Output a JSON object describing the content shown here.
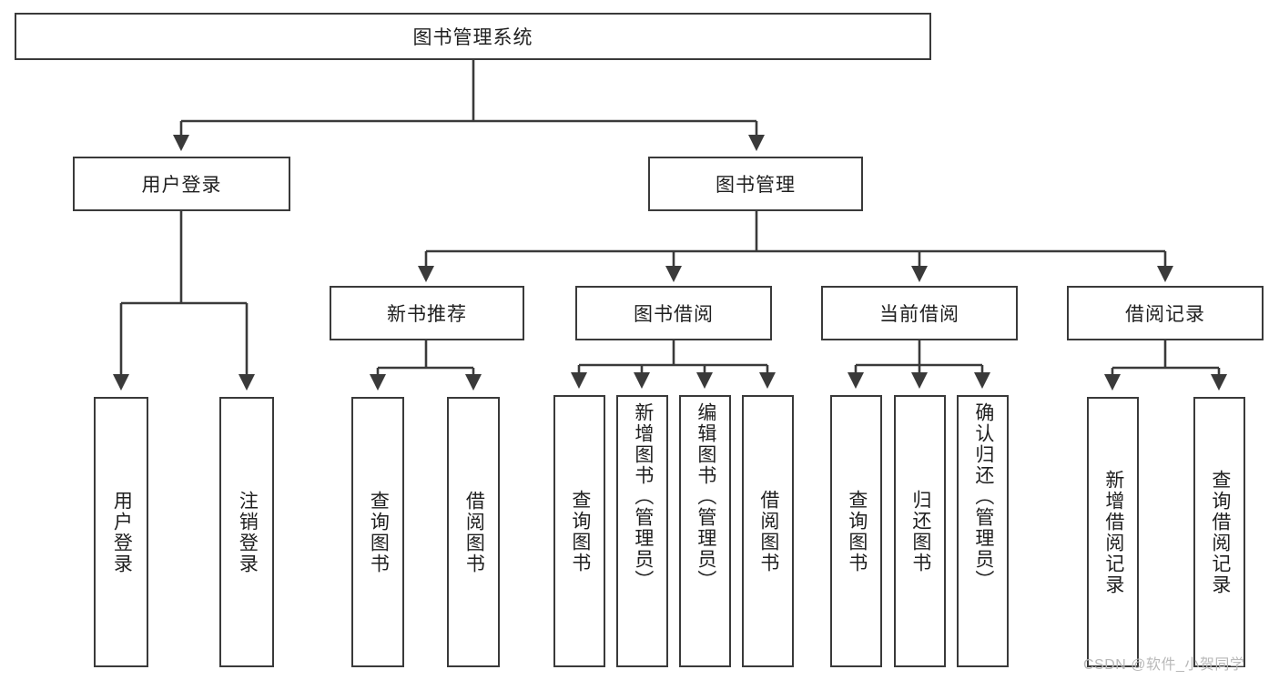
{
  "diagram": {
    "title": "图书管理系统",
    "type": "tree",
    "root": {
      "label": "图书管理系统",
      "children": [
        {
          "label": "用户登录",
          "children": [
            {
              "label": "用户登录"
            },
            {
              "label": "注销登录"
            }
          ]
        },
        {
          "label": "图书管理",
          "children": [
            {
              "label": "新书推荐",
              "children": [
                {
                  "label": "查询图书"
                },
                {
                  "label": "借阅图书"
                }
              ]
            },
            {
              "label": "图书借阅",
              "children": [
                {
                  "label": "查询图书"
                },
                {
                  "label": "新增图书（管理员）"
                },
                {
                  "label": "编辑图书（管理员）"
                },
                {
                  "label": "借阅图书"
                }
              ]
            },
            {
              "label": "当前借阅",
              "children": [
                {
                  "label": "查询图书"
                },
                {
                  "label": "归还图书"
                },
                {
                  "label": "确认归还（管理员）"
                }
              ]
            },
            {
              "label": "借阅记录",
              "children": [
                {
                  "label": "新增借阅记录"
                },
                {
                  "label": "查询借阅记录"
                }
              ]
            }
          ]
        }
      ]
    },
    "nodes": {
      "root": "图书管理系统",
      "user_login": "用户登录",
      "book_manage": "图书管理",
      "new_book_rec": "新书推荐",
      "book_borrow": "图书借阅",
      "current_borrow": "当前借阅",
      "borrow_record": "借阅记录",
      "leaf_user_login": "用户登录",
      "leaf_logout": "注销登录",
      "leaf_query_book_1": "查询图书",
      "leaf_borrow_book_1": "借阅图书",
      "leaf_query_book_2": "查询图书",
      "leaf_add_book": "新增图书（管理员）",
      "leaf_edit_book": "编辑图书（管理员）",
      "leaf_borrow_book_2": "借阅图书",
      "leaf_query_book_3": "查询图书",
      "leaf_return_book": "归还图书",
      "leaf_confirm_return": "确认归还（管理员）",
      "leaf_add_record": "新增借阅记录",
      "leaf_query_record": "查询借阅记录"
    },
    "colors": {
      "stroke": "#3a3a3a",
      "fill": "#ffffff",
      "text": "#1f1f1f",
      "watermark": "#b9b9b9"
    }
  },
  "watermark": {
    "text": "CSDN @软件_小贺同学"
  }
}
